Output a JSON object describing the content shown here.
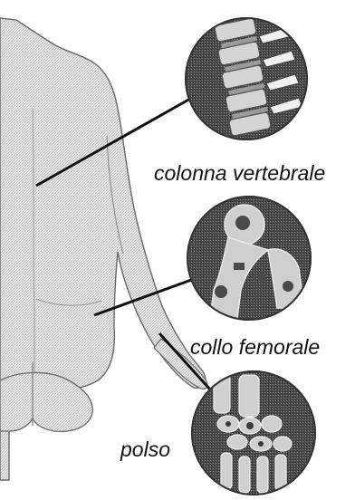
{
  "labels": {
    "spine": "colonna vertebrale",
    "femur": "collo femorale",
    "wrist": "polso"
  },
  "colors": {
    "body_fill": "#dedede",
    "body_outline": "#6a6a6a",
    "leader_line": "#111111",
    "circle_border": "#333333",
    "bone_dark": "#2f2f2f",
    "bone_light": "#d8d8d8"
  }
}
